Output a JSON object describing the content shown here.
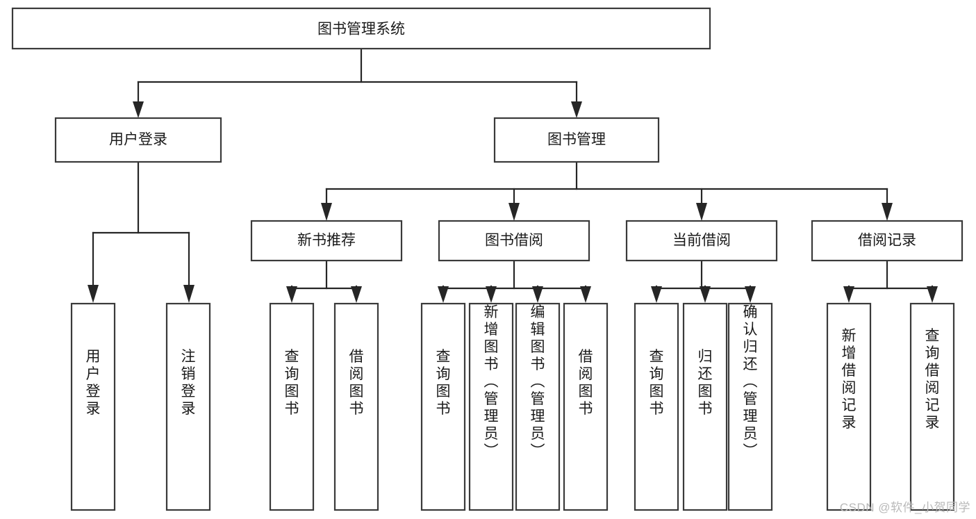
{
  "diagram": {
    "title": "图书管理系统",
    "watermark": "CSDN @软件_小贺同学",
    "level1": {
      "label": "图书管理系统"
    },
    "level2": [
      {
        "label": "用户登录"
      },
      {
        "label": "图书管理"
      }
    ],
    "level3": [
      {
        "label": "新书推荐"
      },
      {
        "label": "图书借阅"
      },
      {
        "label": "当前借阅"
      },
      {
        "label": "借阅记录"
      }
    ],
    "leaves": [
      {
        "label": "用户登录",
        "parent": "用户登录"
      },
      {
        "label": "注销登录",
        "parent": "用户登录"
      },
      {
        "label": "查询图书",
        "parent": "新书推荐"
      },
      {
        "label": "借阅图书",
        "parent": "新书推荐"
      },
      {
        "label": "查询图书",
        "parent": "图书借阅"
      },
      {
        "label": "新增图书（管理员）",
        "parent": "图书借阅"
      },
      {
        "label": "编辑图书（管理员）",
        "parent": "图书借阅"
      },
      {
        "label": "借阅图书",
        "parent": "图书借阅"
      },
      {
        "label": "查询图书",
        "parent": "当前借阅"
      },
      {
        "label": "归还图书",
        "parent": "当前借阅"
      },
      {
        "label": "确认归还（管理员）",
        "parent": "当前借阅"
      },
      {
        "label": "新增借阅记录",
        "parent": "借阅记录"
      },
      {
        "label": "查询借阅记录",
        "parent": "借阅记录"
      }
    ],
    "colors": {
      "box_stroke": "#3a3a3a",
      "connector": "#262626",
      "text": "#1a1a1a",
      "background": "#ffffff",
      "watermark": "#b9b9b9"
    }
  }
}
